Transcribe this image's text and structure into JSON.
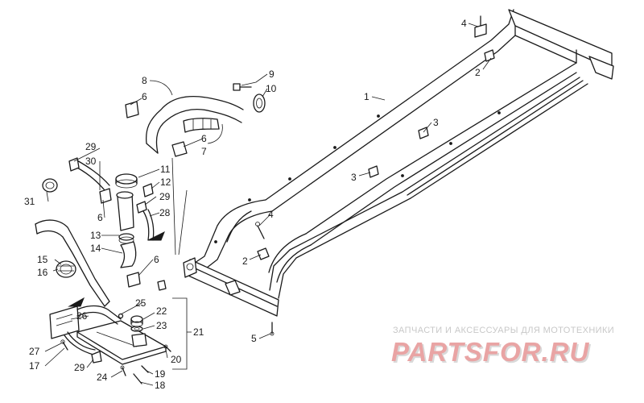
{
  "diagram": {
    "callouts": [
      {
        "id": "c1",
        "label": "1"
      },
      {
        "id": "c2a",
        "label": "2"
      },
      {
        "id": "c2b",
        "label": "2"
      },
      {
        "id": "c3a",
        "label": "3"
      },
      {
        "id": "c3b",
        "label": "3"
      },
      {
        "id": "c4a",
        "label": "4"
      },
      {
        "id": "c4b",
        "label": "4"
      },
      {
        "id": "c5",
        "label": "5"
      },
      {
        "id": "c6a",
        "label": "6"
      },
      {
        "id": "c6b",
        "label": "6"
      },
      {
        "id": "c6c",
        "label": "6"
      },
      {
        "id": "c6d",
        "label": "6"
      },
      {
        "id": "c7",
        "label": "7"
      },
      {
        "id": "c8",
        "label": "8"
      },
      {
        "id": "c9",
        "label": "9"
      },
      {
        "id": "c10",
        "label": "10"
      },
      {
        "id": "c11",
        "label": "11"
      },
      {
        "id": "c12",
        "label": "12"
      },
      {
        "id": "c13",
        "label": "13"
      },
      {
        "id": "c14",
        "label": "14"
      },
      {
        "id": "c15",
        "label": "15"
      },
      {
        "id": "c16",
        "label": "16"
      },
      {
        "id": "c17",
        "label": "17"
      },
      {
        "id": "c18",
        "label": "18"
      },
      {
        "id": "c19",
        "label": "19"
      },
      {
        "id": "c20",
        "label": "20"
      },
      {
        "id": "c21",
        "label": "21"
      },
      {
        "id": "c22",
        "label": "22"
      },
      {
        "id": "c23",
        "label": "23"
      },
      {
        "id": "c24",
        "label": "24"
      },
      {
        "id": "c25",
        "label": "25"
      },
      {
        "id": "c26",
        "label": "26"
      },
      {
        "id": "c27",
        "label": "27"
      },
      {
        "id": "c28",
        "label": "28"
      },
      {
        "id": "c29a",
        "label": "29"
      },
      {
        "id": "c29b",
        "label": "29"
      },
      {
        "id": "c29c",
        "label": "29"
      },
      {
        "id": "c30",
        "label": "30"
      },
      {
        "id": "c31",
        "label": "31"
      }
    ]
  },
  "watermark": {
    "tagline": "ЗАПЧАСТИ И АКСЕССУАРЫ ДЛЯ МОТОТЕХНИКИ",
    "logo": "PARTSFOR.RU"
  }
}
